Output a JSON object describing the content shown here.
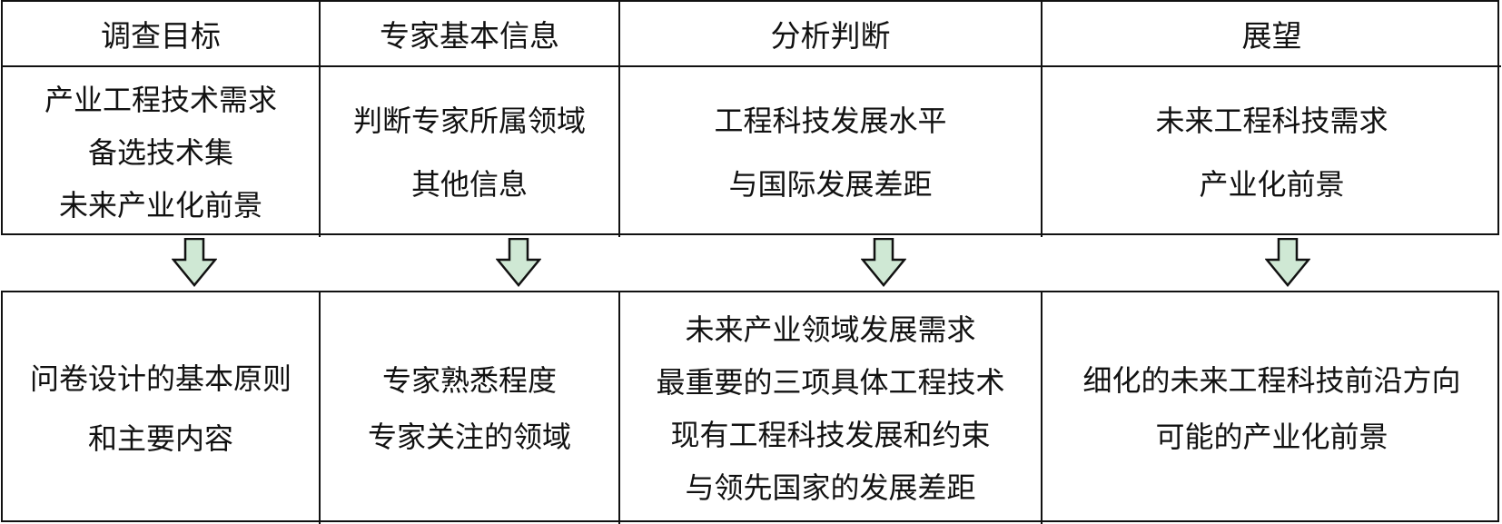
{
  "headers": [
    "调查目标",
    "专家基本信息",
    "分析判断",
    "展望"
  ],
  "row1": [
    [
      "产业工程技术需求",
      "备选技术集",
      "未来产业化前景"
    ],
    [
      "判断专家所属领域",
      "其他信息"
    ],
    [
      "工程科技发展水平",
      "与国际发展差距"
    ],
    [
      "未来工程科技需求",
      "产业化前景"
    ]
  ],
  "row2": [
    [
      "问卷设计的基本原则",
      "和主要内容"
    ],
    [
      "专家熟悉程度",
      "专家关注的领域"
    ],
    [
      "未来产业领域发展需求",
      "最重要的三项具体工程技术",
      "现有工程科技发展和约束",
      "与领先国家的发展差距"
    ],
    [
      "细化的未来工程科技前沿方向",
      "可能的产业化前景"
    ]
  ],
  "colors": {
    "arrow_fill": "#cfe8d4",
    "line": "#111111"
  }
}
